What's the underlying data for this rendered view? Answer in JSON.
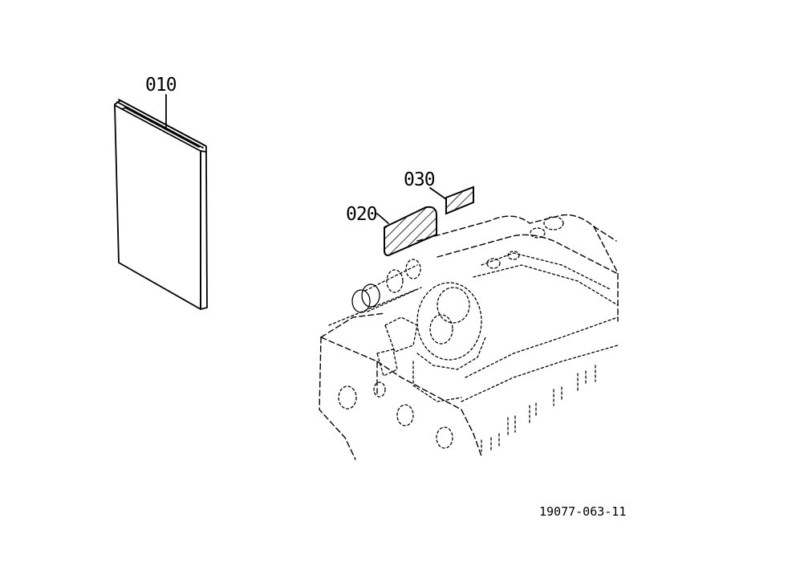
{
  "diagram": {
    "parts": [
      {
        "label": "010",
        "name": "manual-book"
      },
      {
        "label": "020",
        "name": "label-large"
      },
      {
        "label": "030",
        "name": "label-small"
      }
    ],
    "reference_code": "19077-063-11"
  }
}
